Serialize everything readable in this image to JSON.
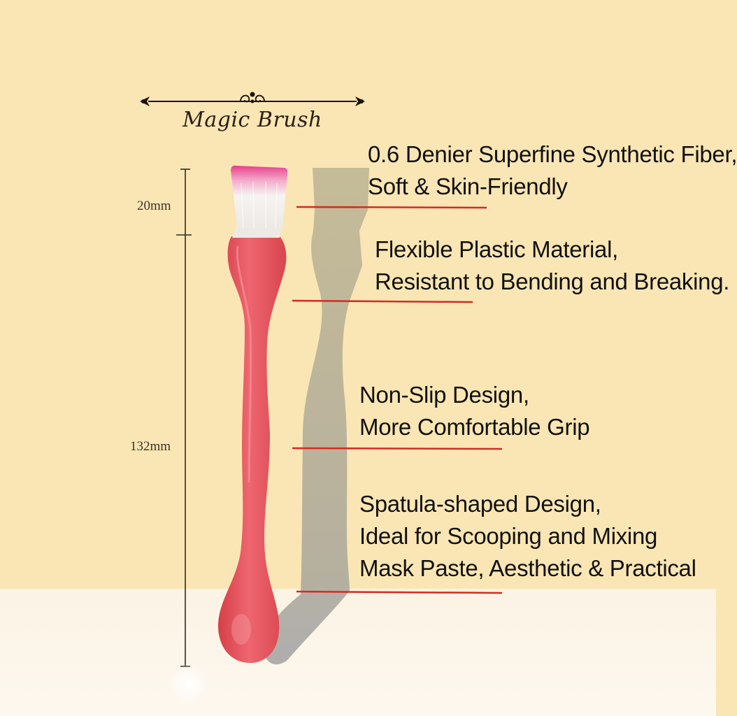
{
  "brand": {
    "name": "Magic Brush"
  },
  "dimensions": {
    "bristle_length": "20mm",
    "handle_length": "132mm"
  },
  "features": [
    {
      "lines": [
        "0.6 Denier Superfine Synthetic Fiber,",
        "Soft & Skin-Friendly"
      ]
    },
    {
      "lines": [
        "Flexible Plastic Material,",
        "Resistant to Bending and Breaking."
      ]
    },
    {
      "lines": [
        "Non-Slip Design,",
        "More Comfortable Grip"
      ]
    },
    {
      "lines": [
        "Spatula-shaped Design,",
        "Ideal for Scooping and Mixing",
        "Mask Paste, Aesthetic & Practical"
      ]
    }
  ],
  "colors": {
    "background": "#fae6b4",
    "floor": "#fcf5e9",
    "handle": "#e8525a",
    "bristle_tip": "#e83e8c",
    "bristle_base": "#f4f2f0",
    "callout_line": "#d42a22",
    "shadow": "#a9a48e"
  }
}
